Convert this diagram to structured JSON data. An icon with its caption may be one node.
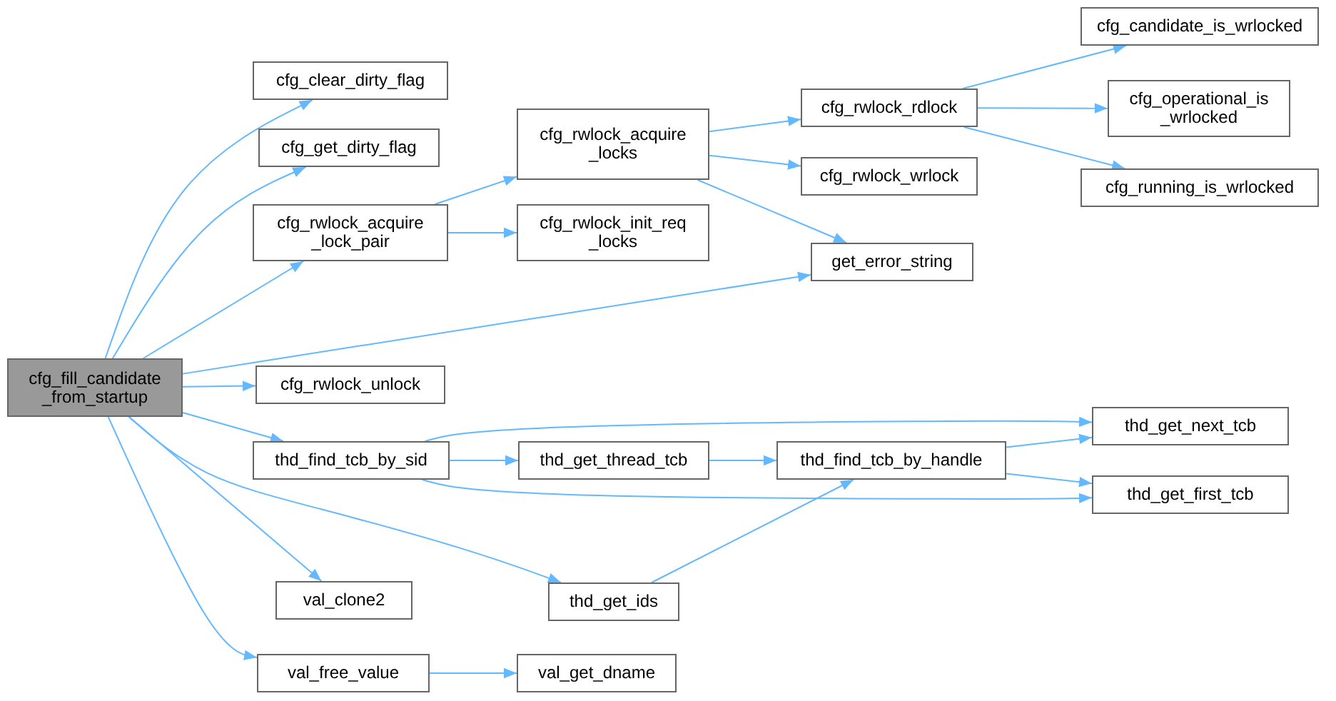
{
  "diagram": {
    "nodes": [
      {
        "text": [
          "cfg_fill_candidate _from_startup"
        ]
      },
      {
        "text": [
          "cfg_clear_dirty_flag"
        ]
      },
      {
        "text": [
          "cfg_get_dirty_flag"
        ]
      },
      {
        "text": [
          "cfg_rwlock_acquire _lock_pair"
        ]
      },
      {
        "text": [
          "cfg_rwlock_acquire _locks"
        ]
      },
      {
        "text": [
          "cfg_rwlock_init_req _locks"
        ]
      },
      {
        "text": [
          "cfg_rwlock_rdlock"
        ]
      },
      {
        "text": [
          "cfg_rwlock_wrlock"
        ]
      },
      {
        "text": [
          "get_error_string"
        ]
      },
      {
        "text": [
          "cfg_candidate_is_wrlocked"
        ]
      },
      {
        "text": [
          "cfg_operational_is _wrlocked"
        ]
      },
      {
        "text": [
          "cfg_running_is_wrlocked"
        ]
      },
      {
        "text": [
          "cfg_rwlock_unlock"
        ]
      },
      {
        "text": [
          "thd_find_tcb_by_sid"
        ]
      },
      {
        "text": [
          "thd_get_thread_tcb"
        ]
      },
      {
        "text": [
          "thd_find_tcb_by_handle"
        ]
      },
      {
        "text": [
          "thd_get_next_tcb"
        ]
      },
      {
        "text": [
          "thd_get_first_tcb"
        ]
      },
      {
        "text": [
          "val_clone2"
        ]
      },
      {
        "text": [
          "thd_get_ids"
        ]
      },
      {
        "text": [
          "val_free_value"
        ]
      },
      {
        "text": [
          "val_get_dname"
        ]
      }
    ],
    "edges": [
      {
        "from": 0,
        "to": 1,
        "arrow": "to"
      },
      {
        "from": 0,
        "to": 2,
        "arrow": "to"
      },
      {
        "from": 0,
        "to": 3,
        "arrow": "to"
      },
      {
        "from": 0,
        "to": 8,
        "arrow": "to"
      },
      {
        "from": 0,
        "to": 12,
        "arrow": "to"
      },
      {
        "from": 0,
        "to": 13,
        "arrow": "to"
      },
      {
        "from": 0,
        "to": 18,
        "arrow": "to"
      },
      {
        "from": 0,
        "to": 19,
        "arrow": "to"
      },
      {
        "from": 0,
        "to": 20,
        "arrow": "to"
      },
      {
        "from": 3,
        "to": 4,
        "arrow": "to"
      },
      {
        "from": 3,
        "to": 5,
        "arrow": "to"
      },
      {
        "from": 4,
        "to": 6,
        "arrow": "to"
      },
      {
        "from": 4,
        "to": 7,
        "arrow": "to"
      },
      {
        "from": 4,
        "to": 8,
        "arrow": "to"
      },
      {
        "from": 6,
        "to": 9,
        "arrow": "to"
      },
      {
        "from": 6,
        "to": 10,
        "arrow": "to"
      },
      {
        "from": 6,
        "to": 11,
        "arrow": "to"
      },
      {
        "from": 13,
        "to": 14,
        "arrow": "to"
      },
      {
        "from": 13,
        "to": 16,
        "arrow": "to"
      },
      {
        "from": 13,
        "to": 17,
        "arrow": "to"
      },
      {
        "from": 14,
        "to": 15,
        "arrow": "to"
      },
      {
        "from": 15,
        "to": 16,
        "arrow": "to"
      },
      {
        "from": 15,
        "to": 17,
        "arrow": "to"
      },
      {
        "from": 19,
        "to": 15,
        "arrow": "to"
      },
      {
        "from": 20,
        "to": 21,
        "arrow": "to"
      }
    ]
  }
}
